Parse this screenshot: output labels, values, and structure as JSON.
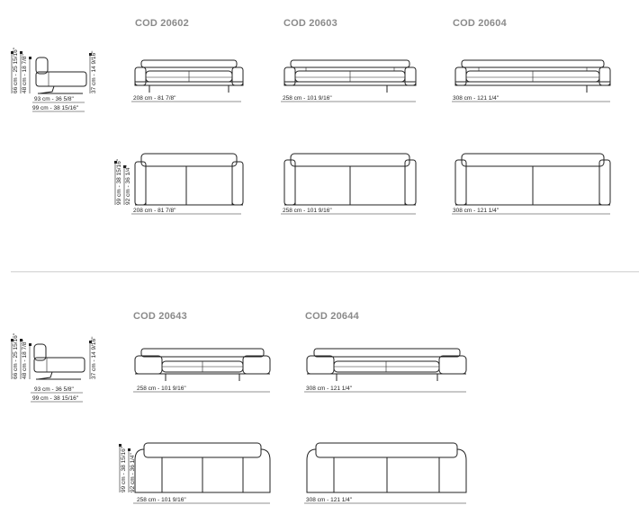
{
  "codes": [
    "COD 20602",
    "COD 20603",
    "COD 20604",
    "COD 20643",
    "COD 20644"
  ],
  "side": {
    "width": "93 cm - 36 5/8\"",
    "depth": "99 cm - 38 15/16\"",
    "heights": [
      "66 cm - 25 15/16\"",
      "48 cm - 18 7/8\"",
      "37 cm - 14 9/16\""
    ]
  },
  "widths": {
    "w208": "208 cm - 81 7/8\"",
    "w258": "258 cm - 101 9/16\"",
    "w308": "308 cm - 121 1/4\""
  },
  "front_depth": [
    "99 cm - 38 15/16\"",
    "92 cm - 36 1/4\""
  ]
}
